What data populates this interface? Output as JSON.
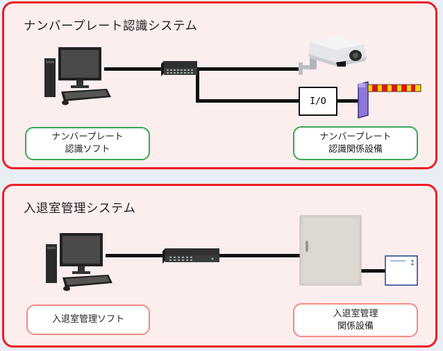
{
  "lpr_system": {
    "title": "ナンバープレート認識システム",
    "software_label": "ナンバープレート\n認識ソフト",
    "equipment_label": "ナンバープレート\n認識関係設備",
    "io_label": "I/O"
  },
  "access_system": {
    "title": "入退室管理システム",
    "software_label": "入退室管理ソフト",
    "equipment_label": "入退室管理\n関係設備"
  },
  "colors": {
    "panel_border": "#ee1c24",
    "panel_fill": "#fdeeee",
    "green_label_border": "#35a853",
    "pink_label_border": "#f28b82"
  },
  "icons": [
    "desktop-pc-icon",
    "network-switch-icon",
    "security-camera-icon",
    "io-module-icon",
    "parking-barrier-gate-icon",
    "control-cabinet-icon",
    "card-reader-icon"
  ]
}
